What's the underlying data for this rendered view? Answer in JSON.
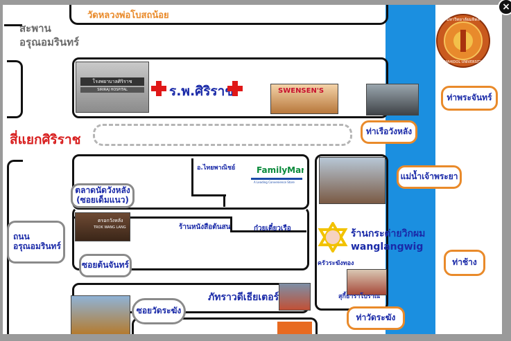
{
  "map": {
    "labels": {
      "wat_luang_pho": "วัดหลวงพ่อโบสถน้อย",
      "saphan_arun": "สะพาน\nอรุณอมรินทร์",
      "siriraj_hospital": "ร.พ.ศิริราช",
      "siriraj_intersection": "สี่แยกศิริราช",
      "thai_pharmacy": "อ.ไทยพาณิชย์",
      "bookstore": "ร้านหนังสือต้นสน",
      "noodle": "ก๋วยเตี๋ยวเรือ",
      "wig_shop_th": "ร้านกระต่ายวิกผม",
      "wig_shop_en": "wanglangwig",
      "krua": "ครัวระฆังทอง",
      "pattara": "ภัทราวดีเธียเตอร์",
      "sukhothai": "สุกี้ธาราโบราณ",
      "hospital_sign": "โรงพยาบาลศิริราช",
      "hospital_sign_en": "SIRIRAJ HOSPITAL",
      "trok_sign": "ตรอกวังหลัง",
      "trok_sign_en": "TROK WANG LANG",
      "swensens": "SWENSEN'S",
      "familymart": "FamilyMart",
      "familymart_tag": "A Leading Convenience Store",
      "seal_text": "มหาวิทยาลัยมหิดล",
      "seal_text_en": "MAHIDOL UNIVERSITY"
    },
    "bubbles": {
      "tha_phra_chan": "ท่าพระจันทร์",
      "tha_wang_lang": "ท่าเรือวังหลัง",
      "chao_phraya": "แม่น้ำเจ้าพระยา",
      "market": "ตลาดนัดวังหลัง\n(ซอยเด็มแนว)",
      "arun_road": "ถนน\nอรุณอมรินทร์",
      "soi_ton_chan": "ซอยต้นจันทร์",
      "soi_wat_rakhang": "ซอยวัดระฆัง",
      "tha_chang": "ท่าช้าง",
      "tha_wat_rakhang": "ท่าวัดระฆัง"
    },
    "colors": {
      "river": "#1b8fe0",
      "bubble_border": "#e98a2a",
      "text_blue": "#1a2aa8",
      "text_red": "#d82020"
    },
    "icons": [
      "close-icon",
      "hospital-cross-icon"
    ]
  }
}
